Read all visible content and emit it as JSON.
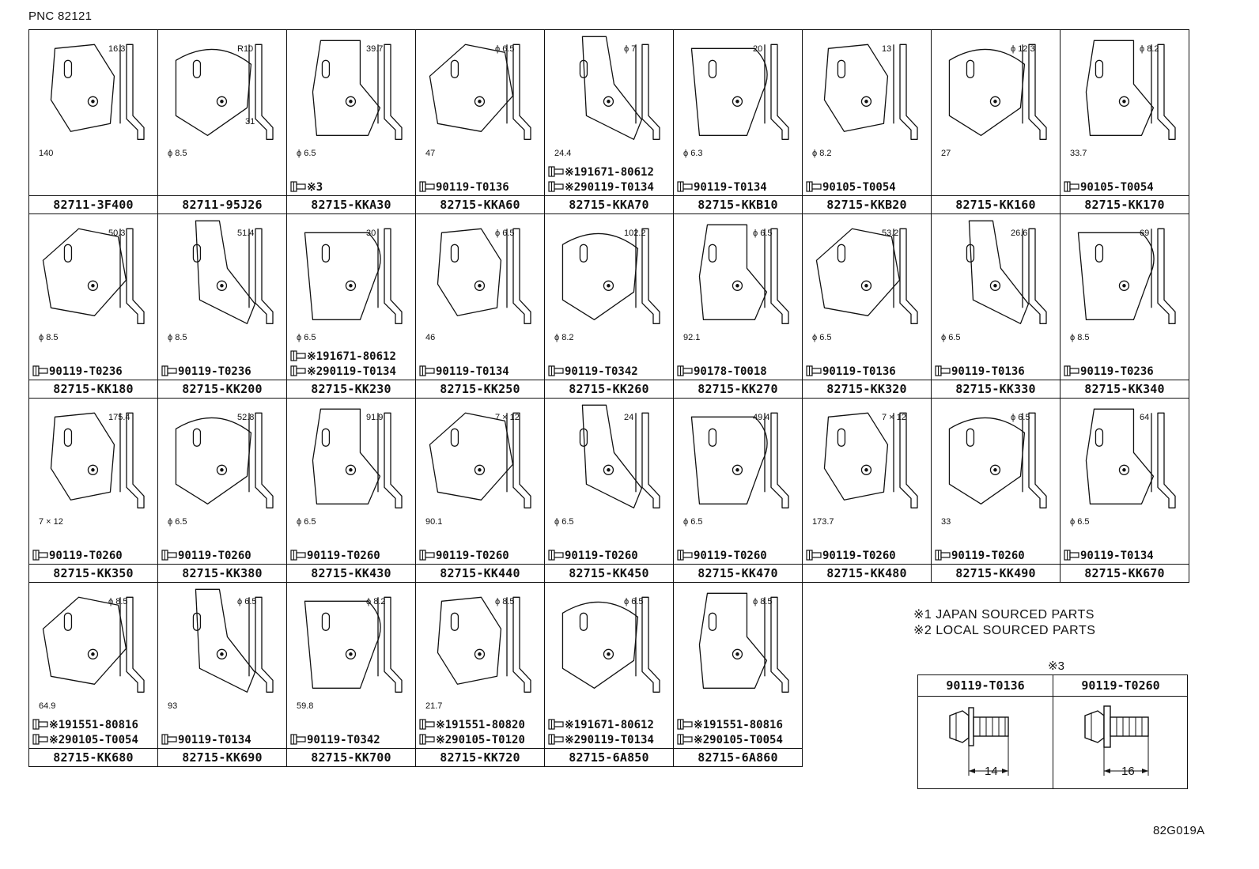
{
  "pnc": "PNC 82121",
  "drawing_code": "82G019A",
  "notes": [
    "※1 JAPAN SOURCED PARTS",
    "※2 LOCAL SOURCED PARTS"
  ],
  "bolt_detail": {
    "mark": "※3",
    "bolts": [
      {
        "part": "90119-T0136",
        "length": "14"
      },
      {
        "part": "90119-T0260",
        "length": "16"
      }
    ]
  },
  "rows": [
    [
      {
        "part": "82711-3F400",
        "bolts": [],
        "dims": [
          "16.3",
          "140"
        ]
      },
      {
        "part": "82711-95J26",
        "bolts": [],
        "dims": [
          "R10",
          "ϕ 8.5",
          "31"
        ]
      },
      {
        "part": "82715-KKA30",
        "bolts": [
          "※3"
        ],
        "dims": [
          "39.7",
          "ϕ 6.5"
        ]
      },
      {
        "part": "82715-KKA60",
        "bolts": [
          "90119-T0136"
        ],
        "dims": [
          "ϕ 6.5",
          "47"
        ]
      },
      {
        "part": "82715-KKA70",
        "bolts": [
          "※191671-80612",
          "※290119-T0134"
        ],
        "dims": [
          "ϕ 7",
          "24.4"
        ]
      },
      {
        "part": "82715-KKB10",
        "bolts": [
          "90119-T0134"
        ],
        "dims": [
          "20",
          "ϕ 6.3"
        ]
      },
      {
        "part": "82715-KKB20",
        "bolts": [
          "90105-T0054"
        ],
        "dims": [
          "13",
          "ϕ 8.2"
        ]
      },
      {
        "part": "82715-KK160",
        "bolts": [],
        "dims": [
          "ϕ 12.3",
          "27"
        ]
      },
      {
        "part": "82715-KK170",
        "bolts": [
          "90105-T0054"
        ],
        "dims": [
          "ϕ 8.2",
          "33.7"
        ]
      }
    ],
    [
      {
        "part": "82715-KK180",
        "bolts": [
          "90119-T0236"
        ],
        "dims": [
          "50.3",
          "ϕ 8.5"
        ]
      },
      {
        "part": "82715-KK200",
        "bolts": [
          "90119-T0236"
        ],
        "dims": [
          "51.4",
          "ϕ 8.5"
        ]
      },
      {
        "part": "82715-KK230",
        "bolts": [
          "※191671-80612",
          "※290119-T0134"
        ],
        "dims": [
          "30",
          "ϕ 6.5"
        ]
      },
      {
        "part": "82715-KK250",
        "bolts": [
          "90119-T0134"
        ],
        "dims": [
          "ϕ 6.5",
          "46"
        ]
      },
      {
        "part": "82715-KK260",
        "bolts": [
          "90119-T0342"
        ],
        "dims": [
          "102.2",
          "ϕ 8.2"
        ]
      },
      {
        "part": "82715-KK270",
        "bolts": [
          "90178-T0018"
        ],
        "dims": [
          "ϕ 6.5",
          "92.1"
        ]
      },
      {
        "part": "82715-KK320",
        "bolts": [
          "90119-T0136"
        ],
        "dims": [
          "53.2",
          "ϕ 6.5"
        ]
      },
      {
        "part": "82715-KK330",
        "bolts": [
          "90119-T0136"
        ],
        "dims": [
          "26.6",
          "ϕ 6.5"
        ]
      },
      {
        "part": "82715-KK340",
        "bolts": [
          "90119-T0236"
        ],
        "dims": [
          "69",
          "ϕ 8.5"
        ]
      }
    ],
    [
      {
        "part": "82715-KK350",
        "bolts": [
          "90119-T0260"
        ],
        "dims": [
          "175.4",
          "7 × 12"
        ]
      },
      {
        "part": "82715-KK380",
        "bolts": [
          "90119-T0260"
        ],
        "dims": [
          "52.8",
          "ϕ 6.5"
        ]
      },
      {
        "part": "82715-KK430",
        "bolts": [
          "90119-T0260"
        ],
        "dims": [
          "91.9",
          "ϕ 6.5"
        ]
      },
      {
        "part": "82715-KK440",
        "bolts": [
          "90119-T0260"
        ],
        "dims": [
          "7 × 12",
          "90.1"
        ]
      },
      {
        "part": "82715-KK450",
        "bolts": [
          "90119-T0260"
        ],
        "dims": [
          "24",
          "ϕ 6.5"
        ]
      },
      {
        "part": "82715-KK470",
        "bolts": [
          "90119-T0260"
        ],
        "dims": [
          "49.4",
          "ϕ 6.5"
        ]
      },
      {
        "part": "82715-KK480",
        "bolts": [
          "90119-T0260"
        ],
        "dims": [
          "7 × 12",
          "173.7"
        ]
      },
      {
        "part": "82715-KK490",
        "bolts": [
          "90119-T0260"
        ],
        "dims": [
          "ϕ 6.5",
          "33"
        ]
      },
      {
        "part": "82715-KK670",
        "bolts": [
          "90119-T0134"
        ],
        "dims": [
          "64",
          "ϕ 6.5"
        ]
      }
    ],
    [
      {
        "part": "82715-KK680",
        "bolts": [
          "※191551-80816",
          "※290105-T0054"
        ],
        "dims": [
          "ϕ 8.5",
          "64.9"
        ]
      },
      {
        "part": "82715-KK690",
        "bolts": [
          "90119-T0134"
        ],
        "dims": [
          "ϕ 6.5",
          "93"
        ]
      },
      {
        "part": "82715-KK700",
        "bolts": [
          "90119-T0342"
        ],
        "dims": [
          "ϕ 8.2",
          "59.8"
        ]
      },
      {
        "part": "82715-KK720",
        "bolts": [
          "※191551-80820",
          "※290105-T0120"
        ],
        "dims": [
          "ϕ 8.5",
          "21.7"
        ]
      },
      {
        "part": "82715-6A850",
        "bolts": [
          "※191671-80612",
          "※290119-T0134"
        ],
        "dims": [
          "ϕ 6.5"
        ]
      },
      {
        "part": "82715-6A860",
        "bolts": [
          "※191551-80816",
          "※290105-T0054"
        ],
        "dims": [
          "ϕ 8.5"
        ]
      }
    ]
  ]
}
